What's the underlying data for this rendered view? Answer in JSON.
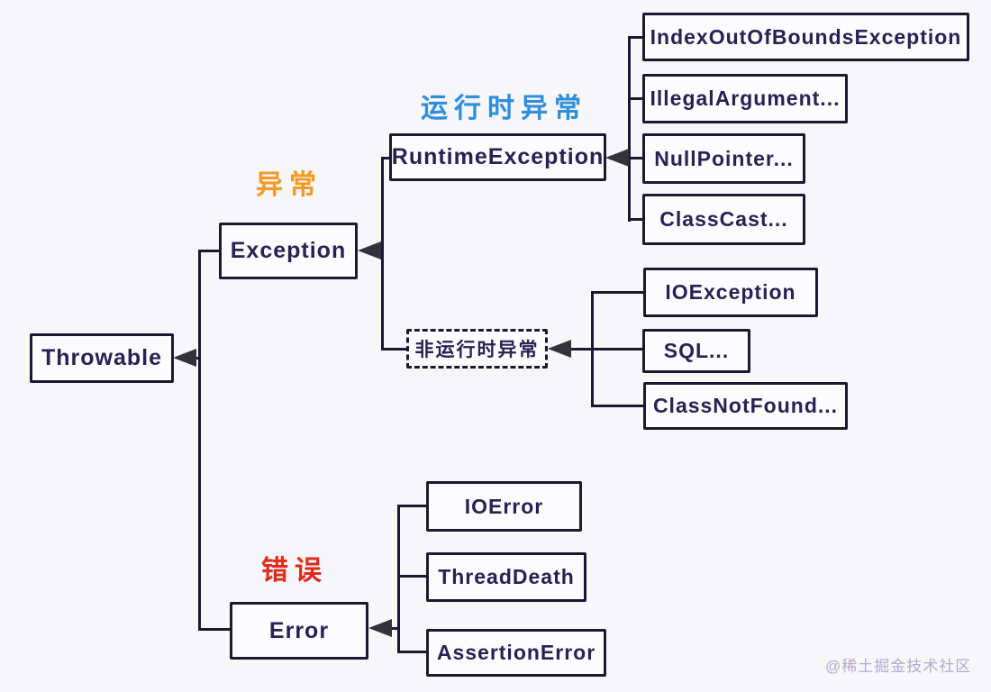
{
  "diagram": {
    "background_color": "#f7f7fa",
    "line_color": "#1b1831",
    "arrow_color": "#32323c",
    "node_text_color": "#2a2153",
    "nodes": {
      "throwable": "Throwable",
      "exception": "Exception",
      "runtime_exception": "RuntimeException",
      "non_runtime_exception": "非运行时异常",
      "index_out_of_bounds": "IndexOutOfBoundsException",
      "illegal_argument": "IllegalArgument...",
      "null_pointer": "NullPointer...",
      "class_cast": "ClassCast...",
      "io_exception": "IOException",
      "sql": "SQL...",
      "class_not_found": "ClassNotFound...",
      "io_error": "IOError",
      "thread_death": "ThreadDeath",
      "assertion_error": "AssertionError",
      "error": "Error"
    },
    "group_labels": {
      "exception": {
        "text": "异常",
        "color": "#f59a23"
      },
      "runtime": {
        "text": "运行时异常",
        "color": "#2f8fdd"
      },
      "error": {
        "text": "错误",
        "color": "#e02b1f"
      }
    },
    "watermark": {
      "text": "@稀土掘金技术社区",
      "color": "#b4a8cc"
    }
  }
}
